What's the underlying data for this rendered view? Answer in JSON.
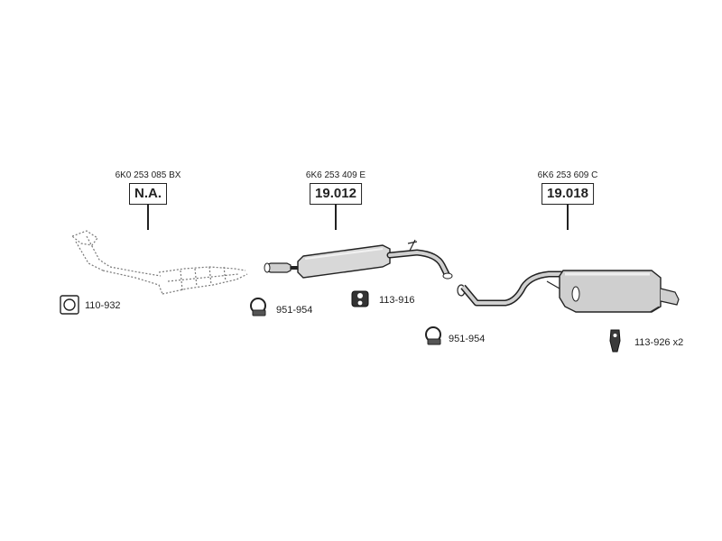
{
  "parts": [
    {
      "oe_number": "6K0 253 085 BX",
      "part_number": "N.A."
    },
    {
      "oe_number": "6K6 253 409 E",
      "part_number": "19.012"
    },
    {
      "oe_number": "6K6 253 609 C",
      "part_number": "19.018"
    }
  ],
  "accessories": [
    {
      "label": "110-932",
      "icon": "gasket-icon"
    },
    {
      "label": "951-954",
      "icon": "clamp-icon"
    },
    {
      "label": "113-916",
      "icon": "rubber-hanger-icon"
    },
    {
      "label": "951-954",
      "icon": "clamp-icon"
    },
    {
      "label": "113-926 x2",
      "icon": "mounting-bracket-icon"
    }
  ]
}
